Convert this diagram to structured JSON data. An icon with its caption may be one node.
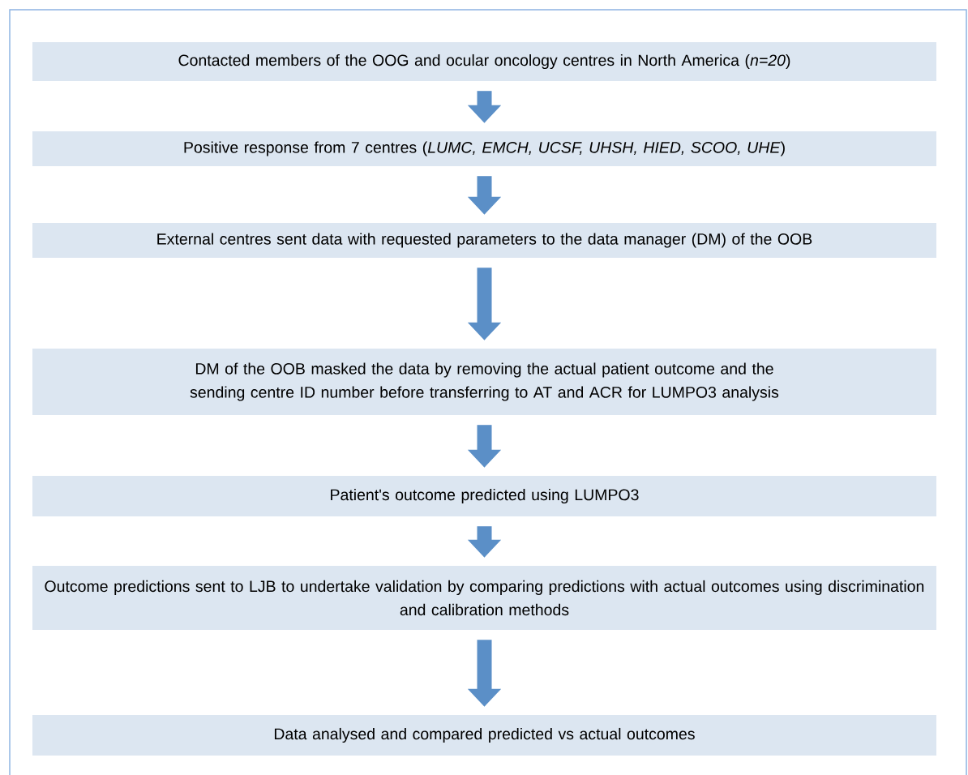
{
  "diagram": {
    "nodes": [
      {
        "text": [
          "Contacted members of the OOG and ocular oncology centres in North America (*n=20*)"
        ]
      },
      {
        "text": [
          "Positive response from 7 centres (*LUMC, EMCH, UCSF, UHSH, HIED, SCOO, UHE*)"
        ]
      },
      {
        "text": [
          "External centres sent data with requested parameters to the data manager (DM) of the OOB"
        ]
      },
      {
        "text": [
          "DM of the OOB masked the data by removing the actual patient outcome and the sending centre ID number before transferring to AT and ACR for LUMPO3 analysis"
        ]
      },
      {
        "text": [
          "Patient's outcome predicted using LUMPO3"
        ]
      },
      {
        "text": [
          "Outcome predictions sent to LJB to undertake validation by comparing predictions with actual outcomes using discrimination and calibration methods"
        ]
      },
      {
        "text": [
          "Data analysed and compared predicted vs actual outcomes"
        ]
      }
    ],
    "edges": [
      {
        "from": 0,
        "to": 1,
        "arrow": "to"
      },
      {
        "from": 1,
        "to": 2,
        "arrow": "to"
      },
      {
        "from": 2,
        "to": 3,
        "arrow": "to"
      },
      {
        "from": 3,
        "to": 4,
        "arrow": "to"
      },
      {
        "from": 4,
        "to": 5,
        "arrow": "to"
      },
      {
        "from": 5,
        "to": 6,
        "arrow": "to"
      }
    ]
  }
}
